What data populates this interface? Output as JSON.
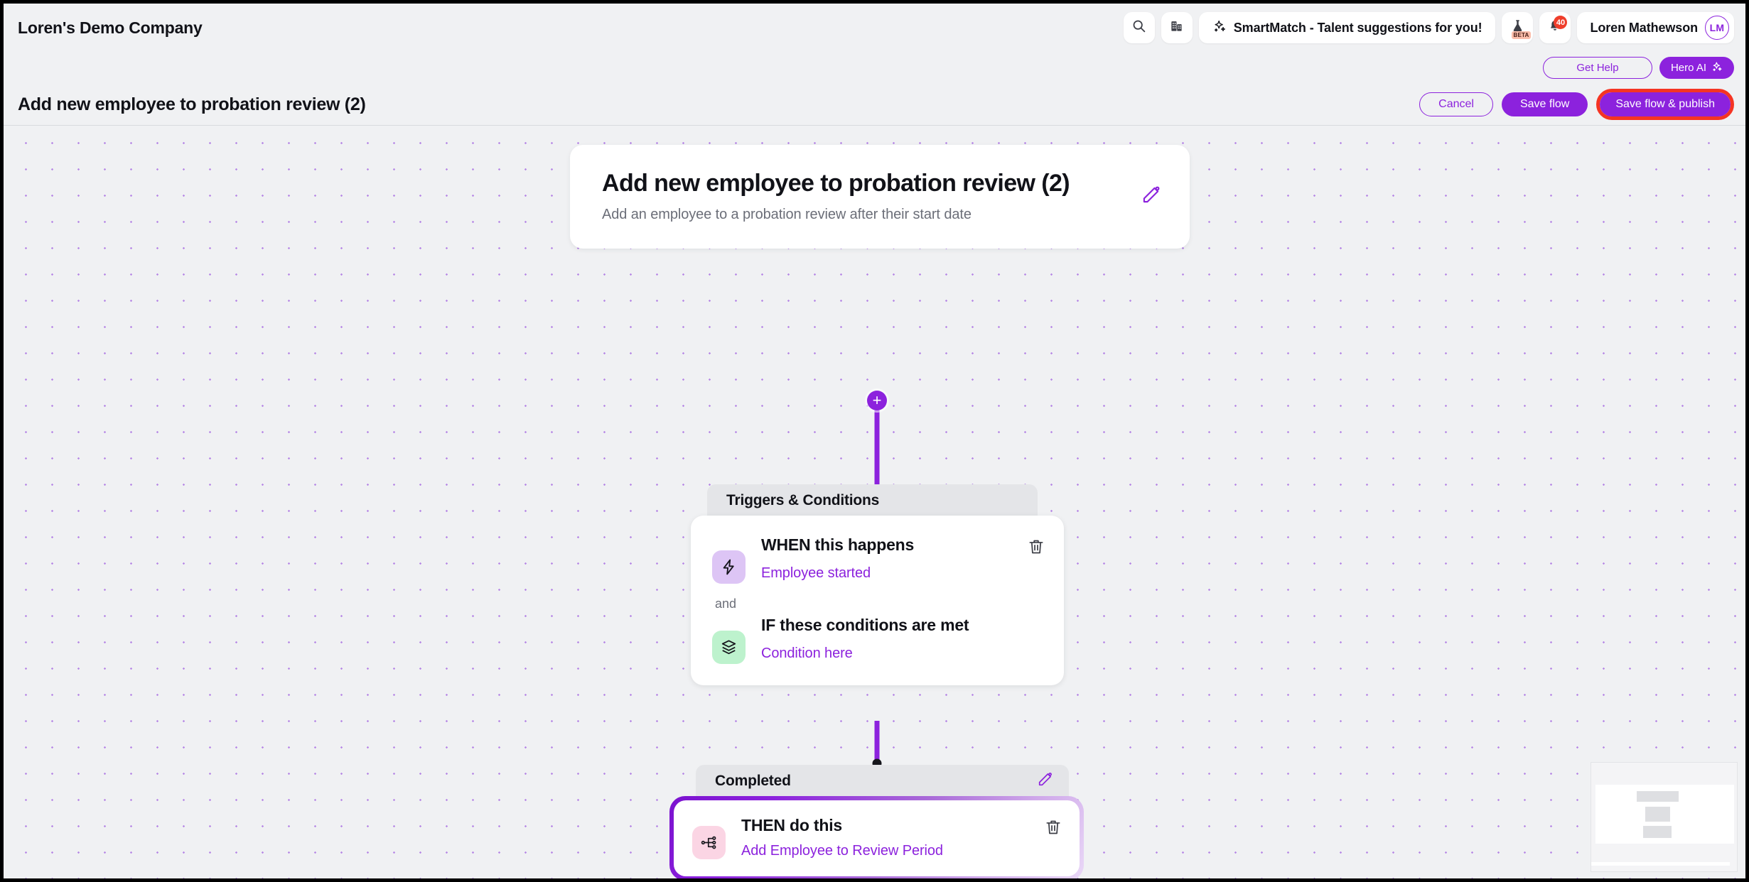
{
  "header": {
    "company_name": "Loren's Demo Company",
    "search_icon": "search-icon",
    "company_icon": "building-icon",
    "smartmatch": {
      "icon": "sparkles-icon",
      "label": "SmartMatch - Talent suggestions for you!"
    },
    "lab": {
      "icon": "flask-icon",
      "tag": "BETA"
    },
    "notifications": {
      "icon": "bell-icon",
      "count": "40"
    },
    "user": {
      "name": "Loren Mathewson",
      "initials": "LM"
    }
  },
  "actions": {
    "get_help": "Get Help",
    "hero_ai": "Hero AI",
    "hero_ai_icon": "sparkles-icon",
    "cancel": "Cancel",
    "save_flow": "Save flow",
    "save_publish": "Save flow & publish"
  },
  "page": {
    "title": "Add new employee to probation review (2)"
  },
  "flow": {
    "card": {
      "title": "Add new employee to probation review (2)",
      "description": "Add an employee to a probation review after their start date",
      "edit_icon": "pencil-icon"
    },
    "sections": [
      {
        "label": "Triggers & Conditions",
        "connector_word": "and",
        "nodes": [
          {
            "title": "WHEN this happens",
            "value": "Employee started",
            "icon": "lightning-icon",
            "delete_icon": "trash-icon"
          },
          {
            "title": "IF these conditions are met",
            "value": "Condition here",
            "icon": "layers-icon"
          }
        ]
      },
      {
        "label": "Completed",
        "edit_icon": "pencil-icon",
        "nodes": [
          {
            "title": "THEN do this",
            "value": "Add Employee to Review Period",
            "icon": "workflow-icon",
            "delete_icon": "trash-icon"
          }
        ]
      }
    ],
    "add_button_label": "+"
  },
  "colors": {
    "accent_purple": "#8c22dd",
    "highlight_red": "#f53423",
    "canvas_bg": "#f0f1f3",
    "badge_red": "#ef3e2b"
  },
  "minimap": {
    "name": "canvas-minimap"
  }
}
